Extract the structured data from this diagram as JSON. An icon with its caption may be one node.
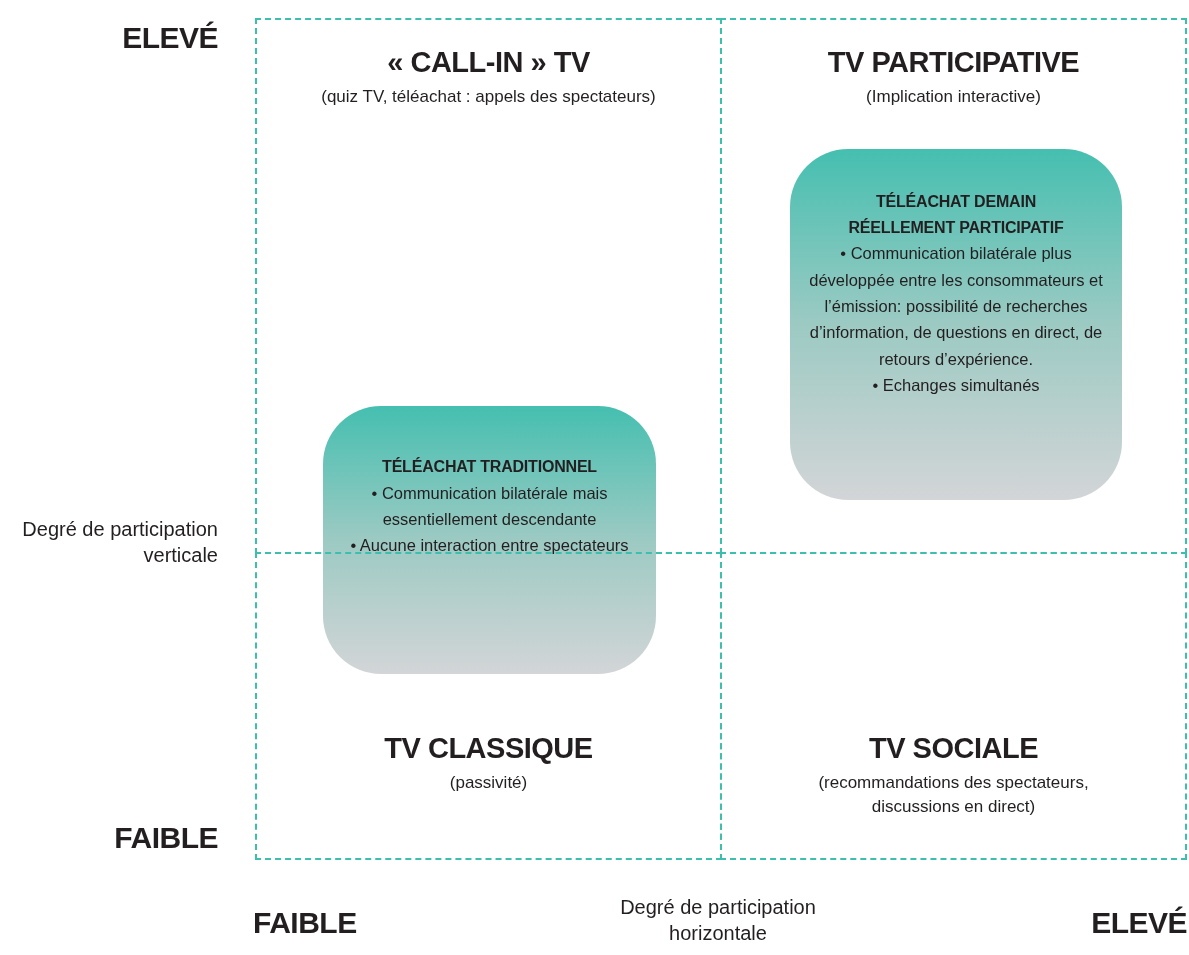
{
  "diagram": {
    "nodes": [
      {
        "text": [
          "« CALL-IN » TV",
          "(quiz TV, téléachat : appels des spectateurs)"
        ]
      },
      {
        "text": [
          "TV PARTICIPATIVE",
          "(Implication interactive)"
        ]
      },
      {
        "text": [
          "TÉLÉACHAT DEMAIN RÉELLEMENT PARTICIPATIF",
          "• Communication bilatérale plus développée entre les consommateurs et l’émission: possibilité de recherches d’information, de questions en direct, de retours d’expérience.",
          "• Echanges simultanés"
        ],
        "in": 1
      },
      {
        "text": [
          "TÉLÉACHAT TRADITIONNEL",
          "• Communication bilatérale mais essentiellement descendante",
          "• Aucune interaction entre spectateurs"
        ]
      },
      {
        "text": [
          "TV CLASSIQUE",
          "(passivité)"
        ]
      },
      {
        "text": [
          "TV SOCIALE",
          "(recommandations des spectateurs, discussions en direct)"
        ]
      }
    ],
    "labels": [
      "ELEVÉ",
      "Degré de participation verticale",
      "FAIBLE",
      "FAIBLE",
      "Degré de participation horizontale",
      "ELEVÉ"
    ]
  }
}
